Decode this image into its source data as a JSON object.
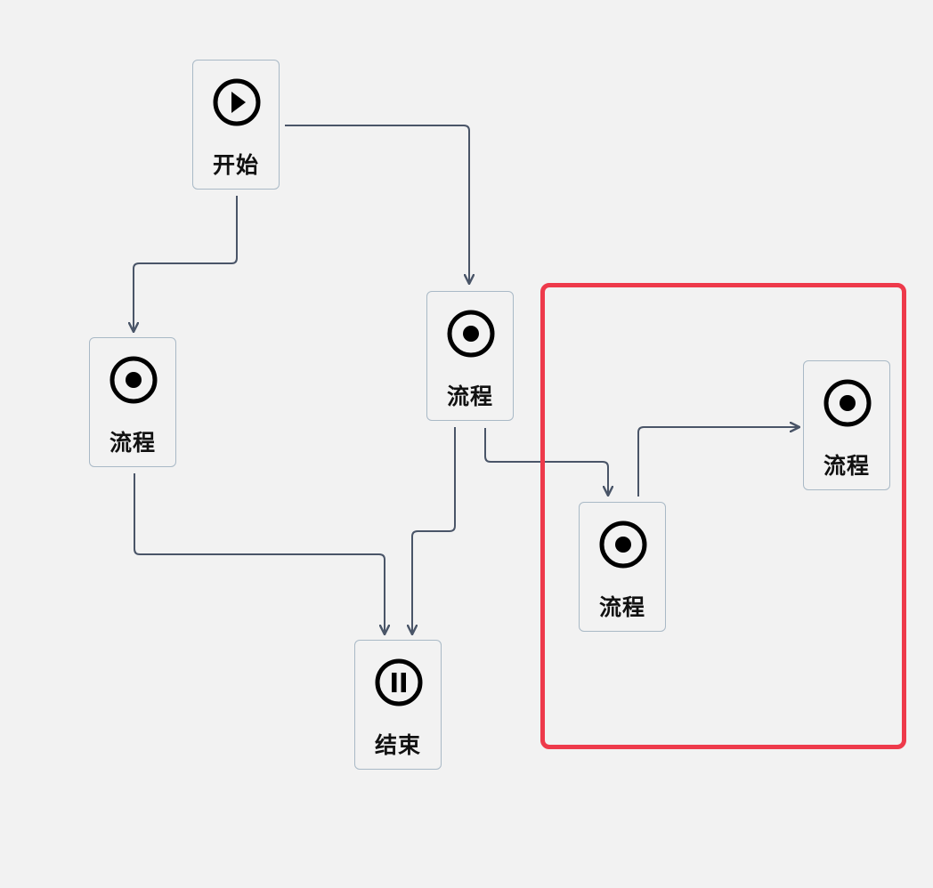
{
  "colors": {
    "background": "#f2f2f2",
    "node_border": "#a9b9c6",
    "edge": "#4a5568",
    "highlight": "#ee3a4b",
    "icon": "#000000"
  },
  "nodes": [
    {
      "id": "start",
      "label": "开始",
      "icon": "play-circle-icon"
    },
    {
      "id": "process-left",
      "label": "流程",
      "icon": "radio-dot-icon"
    },
    {
      "id": "process-middle",
      "label": "流程",
      "icon": "radio-dot-icon"
    },
    {
      "id": "process-group-lower",
      "label": "流程",
      "icon": "radio-dot-icon"
    },
    {
      "id": "process-group-upper",
      "label": "流程",
      "icon": "radio-dot-icon"
    },
    {
      "id": "end",
      "label": "结束",
      "icon": "pause-circle-icon"
    }
  ],
  "edges": [
    {
      "from": "start",
      "to": "process-left"
    },
    {
      "from": "start",
      "to": "process-middle"
    },
    {
      "from": "process-left",
      "to": "end"
    },
    {
      "from": "process-middle",
      "to": "end"
    },
    {
      "from": "process-middle",
      "to": "process-group-lower"
    },
    {
      "from": "process-group-lower",
      "to": "process-group-upper"
    }
  ],
  "highlight_group": {
    "members": [
      "process-group-lower",
      "process-group-upper"
    ]
  }
}
